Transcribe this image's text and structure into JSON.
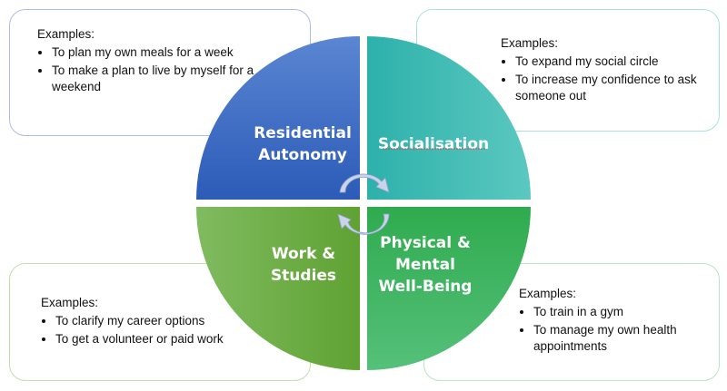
{
  "quadrants": [
    {
      "title_lines": [
        "Residential",
        "Autonomy"
      ],
      "color": "#3a68c8"
    },
    {
      "title_lines": [
        "Socialisation"
      ],
      "color": "#3dbdb5"
    },
    {
      "title_lines": [
        "Work &",
        "Studies"
      ],
      "color": "#6aaf40"
    },
    {
      "title_lines": [
        "Physical &",
        "Mental",
        "Well-Being"
      ],
      "color": "#36b45a"
    }
  ],
  "boxes": {
    "residential": {
      "heading": "Examples:",
      "items": [
        "To plan my own meals for a week",
        "To make a plan to live by myself for a weekend"
      ]
    },
    "social": {
      "heading": "Examples:",
      "items": [
        "To expand my social circle",
        "To increase my confidence to ask someone out"
      ]
    },
    "work": {
      "heading": "Examples:",
      "items": [
        "To clarify my career options",
        "To get a volunteer or paid work"
      ]
    },
    "health": {
      "heading": "Examples:",
      "items": [
        "To train in a gym",
        "To manage my own health appointments"
      ]
    }
  }
}
